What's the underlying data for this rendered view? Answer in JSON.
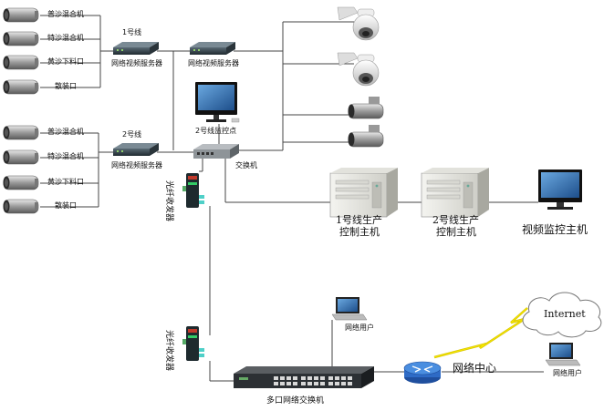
{
  "cameras_group1": [
    "普沙混合机",
    "特沙混合机",
    "黄沙下料口",
    "散装口"
  ],
  "cameras_group2": [
    "普沙混合机",
    "特沙混合机",
    "黄沙下料口",
    "散装口"
  ],
  "line1_label": "1号线",
  "line2_label": "2号线",
  "video_server_label": "网络视频服务器",
  "monitor_point_label": "2号线监控点",
  "switch_label": "交换机",
  "fiber_transceiver_label": "光纤收发器",
  "control_host1_label": [
    "1号线生产",
    "控制主机"
  ],
  "control_host2_label": [
    "2号线生产",
    "控制主机"
  ],
  "video_host_label": "视频监控主机",
  "network_user_label": "网络用户",
  "multiport_switch_label": "多口网络交换机",
  "network_center_label": "网络中心",
  "internet_label": "Internet"
}
